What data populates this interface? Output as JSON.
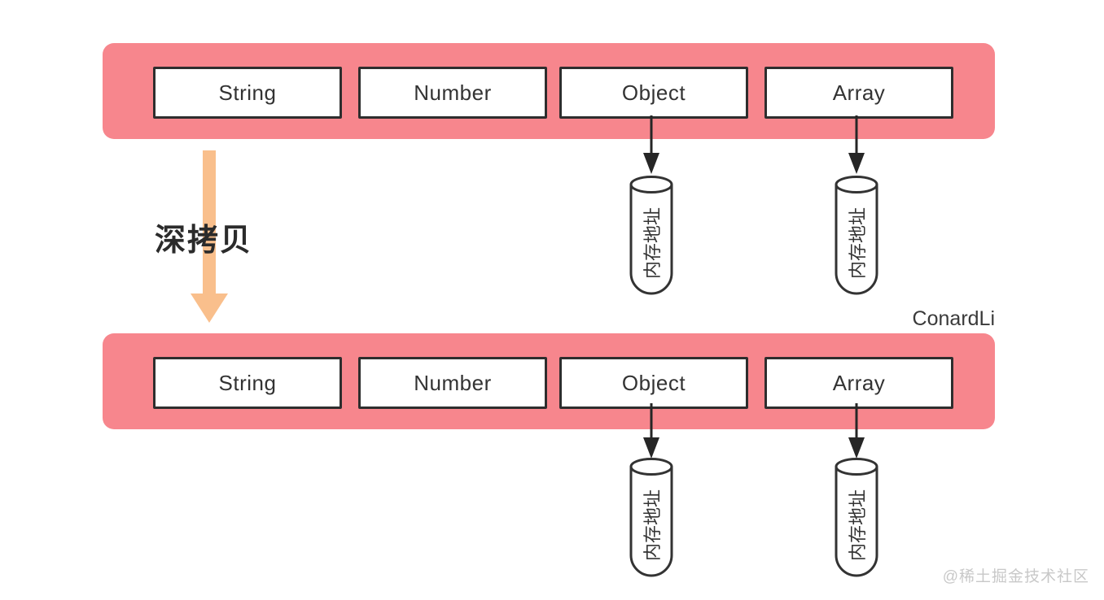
{
  "diagram": {
    "copy_arrow_label": "深拷贝",
    "memory_label": "内存地址",
    "author_watermark": "ConardLi",
    "site_watermark": "@稀土掘金技术社区",
    "colors": {
      "bar_pink": "#F7868D",
      "arrow_orange": "#F9BF8C",
      "box_border": "#2E2E2E",
      "line_dark": "#262626",
      "text_dark": "#333333",
      "watermark_gray": "#C8C8C8"
    },
    "top_bar": {
      "boxes": [
        {
          "label": "String"
        },
        {
          "label": "Number"
        },
        {
          "label": "Object"
        },
        {
          "label": "Array"
        }
      ]
    },
    "bottom_bar": {
      "boxes": [
        {
          "label": "String"
        },
        {
          "label": "Number"
        },
        {
          "label": "Object"
        },
        {
          "label": "Array"
        }
      ]
    }
  }
}
